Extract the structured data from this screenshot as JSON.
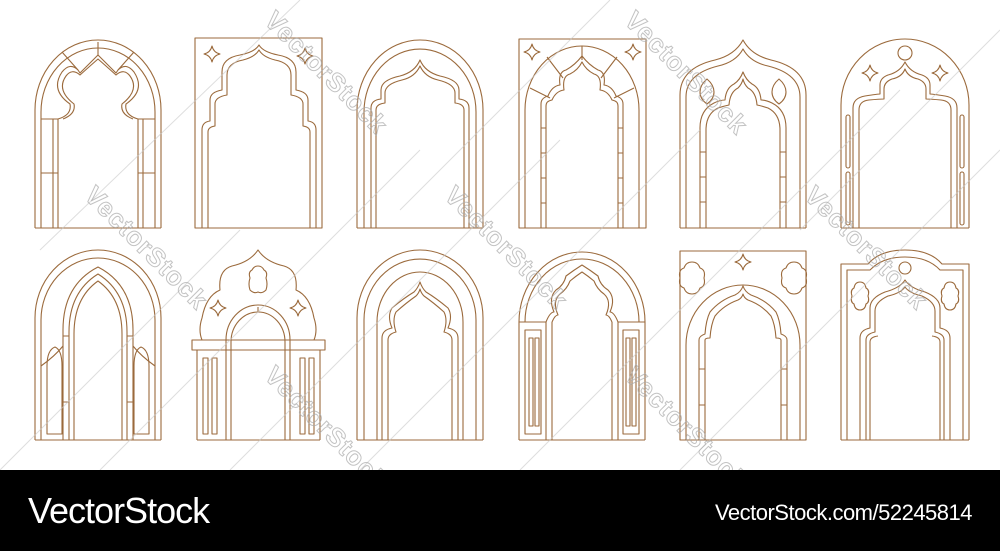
{
  "image": {
    "subject": "Set of 12 oriental/islamic arch frame outlines",
    "line_color": "#9b6a3c",
    "background": "#ffffff",
    "rows": 2,
    "columns": 6
  },
  "arches": [
    {
      "id": 1,
      "style": "rounded arch with scalloped inner arch and voussoir spokes"
    },
    {
      "id": 2,
      "style": "rectangular frame with ogee-topped cusped arch and two star ornaments"
    },
    {
      "id": 3,
      "style": "double rounded arch with inner ogee arch"
    },
    {
      "id": 4,
      "style": "rectangular frame, rounded arch with voussoirs, cusped inner arch, stars, brick jambs"
    },
    {
      "id": 5,
      "style": "onion-dome outline with two lozenge medallions and segmented jambs"
    },
    {
      "id": 6,
      "style": "rounded arch with circle, two stars, cusped inner arch and slotted side panels"
    },
    {
      "id": 7,
      "style": "rounded outer arch with pointed gothic inner arches and side niches"
    },
    {
      "id": 8,
      "style": "onion crown with medallion and stars over rounded gate with fluted pillars"
    },
    {
      "id": 9,
      "style": "triple rounded arch with inner ogee arch"
    },
    {
      "id": 10,
      "style": "rounded arch with cusped inner arch and fluted side pillars"
    },
    {
      "id": 11,
      "style": "rectangular frame with star, two quatrefoil medallions, rounded and ogee arches"
    },
    {
      "id": 12,
      "style": "double frame with curved top, circle, two medallions and ogee arch"
    }
  ],
  "watermark": {
    "text": "VectorStock"
  },
  "footer": {
    "brand": "VectorStock",
    "url": "VectorStock.com/52245814"
  }
}
